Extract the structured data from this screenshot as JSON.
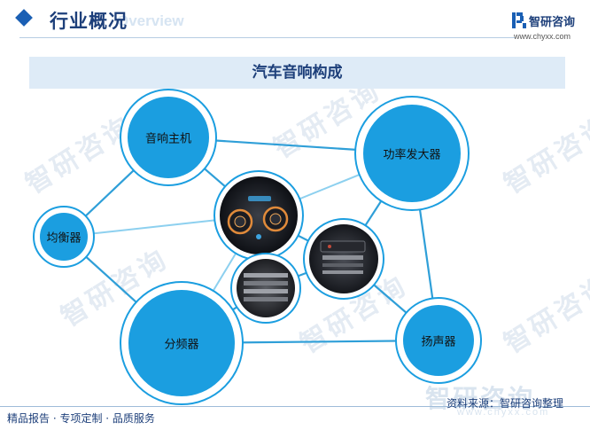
{
  "header": {
    "title": "行业概况",
    "subtitle_en": "Overview"
  },
  "brand": {
    "name": "智研咨询",
    "url": "www.chyxx.com"
  },
  "banner": {
    "title": "汽车音响构成"
  },
  "diagram": {
    "nodes": [
      {
        "id": "head_unit",
        "label": "音响主机"
      },
      {
        "id": "amplifier",
        "label": "功率发大器"
      },
      {
        "id": "equalizer",
        "label": "均衡器"
      },
      {
        "id": "crossover",
        "label": "分频器"
      },
      {
        "id": "speaker",
        "label": "扬声器"
      }
    ],
    "photos": [
      {
        "id": "photo_dials",
        "icon": "car-audio-dials-photo"
      },
      {
        "id": "photo_panel",
        "icon": "car-audio-panel-photo"
      },
      {
        "id": "photo_vent",
        "icon": "car-dashboard-vent-photo"
      }
    ],
    "colors": {
      "node_fill": "#1b9ee0",
      "node_ring": "#1b9ee0",
      "link": "#2f9fd8",
      "link_light": "#8dd0ef"
    }
  },
  "footer": {
    "services": "精品报告 · 专项定制 · 品质服务",
    "source": "资料来源：智研咨询整理"
  },
  "watermark": {
    "text": "智研咨询",
    "url": "www.chyxx.com"
  }
}
